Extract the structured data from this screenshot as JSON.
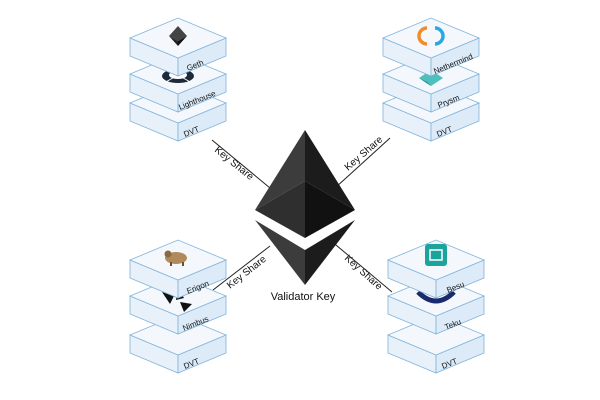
{
  "center": {
    "label": "Validator Key"
  },
  "links": [
    {
      "label": "Key Share"
    },
    {
      "label": "Key Share"
    },
    {
      "label": "Key Share"
    },
    {
      "label": "Key Share"
    }
  ],
  "clusters": [
    {
      "position": "top-left",
      "nodes": [
        {
          "label": "Geth",
          "icon": "geth-diamond-icon"
        },
        {
          "label": "Lighthouse",
          "icon": "lighthouse-icon"
        },
        {
          "label": "DVT",
          "icon": ""
        }
      ]
    },
    {
      "position": "top-right",
      "nodes": [
        {
          "label": "Nethermind",
          "icon": "nethermind-ring-icon"
        },
        {
          "label": "Prysm",
          "icon": "prysm-prism-icon"
        },
        {
          "label": "DVT",
          "icon": ""
        }
      ]
    },
    {
      "position": "bottom-left",
      "nodes": [
        {
          "label": "Erigon",
          "icon": "erigon-creature-icon"
        },
        {
          "label": "Nimbus",
          "icon": "nimbus-star-icon"
        },
        {
          "label": "DVT",
          "icon": ""
        }
      ]
    },
    {
      "position": "bottom-right",
      "nodes": [
        {
          "label": "Besu",
          "icon": "besu-box-icon"
        },
        {
          "label": "Teku",
          "icon": "teku-arc-icon"
        },
        {
          "label": "DVT",
          "icon": ""
        }
      ]
    }
  ],
  "colors": {
    "cube_stroke": "#7fb3dc",
    "besu_green": "#1ba39c",
    "teku_navy": "#1a2a6c",
    "nethermind_orange": "#f08c2a",
    "nethermind_blue": "#2aa9e0"
  }
}
